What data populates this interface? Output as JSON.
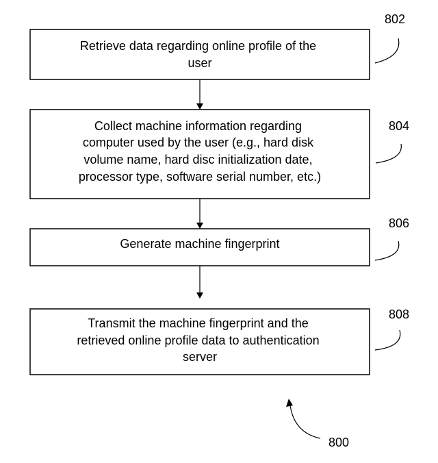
{
  "figure": {
    "number": "800"
  },
  "steps": [
    {
      "ref": "802",
      "lines": [
        "Retrieve data regarding online profile of the",
        "user"
      ]
    },
    {
      "ref": "804",
      "lines": [
        "Collect machine information regarding",
        "computer used by the user (e.g., hard disk",
        "volume name, hard disc initialization date,",
        "processor type, software serial number, etc.)"
      ]
    },
    {
      "ref": "806",
      "lines": [
        "Generate machine fingerprint"
      ]
    },
    {
      "ref": "808",
      "lines": [
        "Transmit the machine fingerprint and the",
        "retrieved online profile data to authentication",
        "server"
      ]
    }
  ],
  "colors": {
    "stroke": "#000000",
    "background": "#ffffff"
  }
}
